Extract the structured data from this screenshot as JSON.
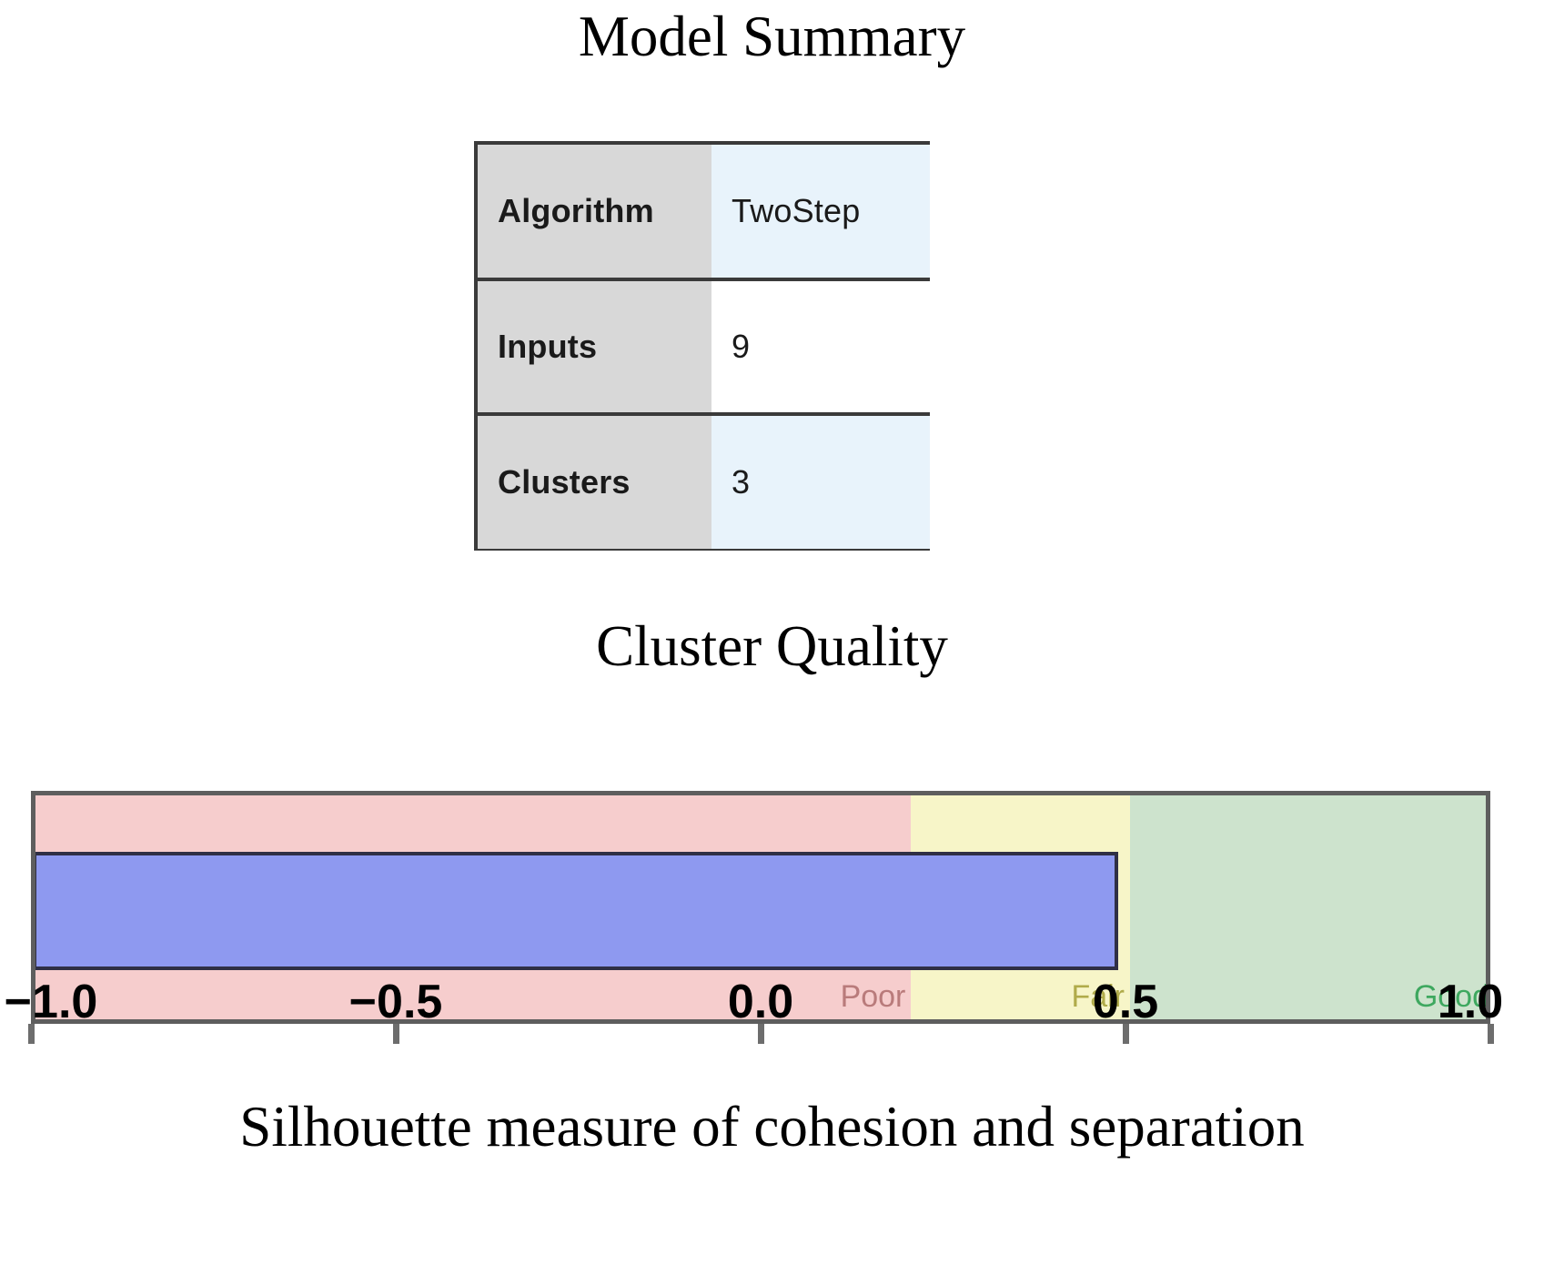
{
  "model_summary": {
    "title": "Model Summary",
    "rows": [
      {
        "label": "Algorithm",
        "value": "TwoStep"
      },
      {
        "label": "Inputs",
        "value": "9"
      },
      {
        "label": "Clusters",
        "value": "3"
      }
    ]
  },
  "cluster_quality": {
    "title": "Cluster Quality",
    "caption": "Silhouette measure of cohesion and separation"
  },
  "chart_data": {
    "type": "bar",
    "title": "Cluster Quality",
    "xlabel": "Silhouette measure of cohesion and separation",
    "ylabel": "",
    "orientation": "horizontal",
    "xlim": [
      -1.0,
      1.0
    ],
    "xticks": [
      -1.0,
      -0.5,
      0.0,
      0.5,
      1.0
    ],
    "xticklabels": [
      "−1.0",
      "−0.5",
      "0.0",
      "0.5",
      "1.0"
    ],
    "grid": false,
    "legend": null,
    "series": [
      {
        "name": "Silhouette measure",
        "values": [
          0.48
        ],
        "start": -1.0,
        "color": "#8e99f0"
      }
    ],
    "bands": [
      {
        "label": "Poor",
        "range": [
          -1.0,
          0.2
        ],
        "color": "#f6cdcd",
        "label_color": "#b97b7b"
      },
      {
        "label": "Fair",
        "range": [
          0.2,
          0.5
        ],
        "color": "#f7f5c8",
        "label_color": "#b0ab4a"
      },
      {
        "label": "Good",
        "range": [
          0.5,
          1.0
        ],
        "color": "#cde3cd",
        "label_color": "#3ea85f"
      }
    ],
    "annotations": []
  },
  "colors": {
    "bar": "#8e99f0",
    "bar_border": "#2f2f45",
    "poor": "#f6cdcd",
    "fair": "#f7f5c8",
    "good": "#cde3cd",
    "frame": "#5e5e5e",
    "table_header": "#d8d8d8",
    "table_alt_value": "#e8f3fb"
  }
}
